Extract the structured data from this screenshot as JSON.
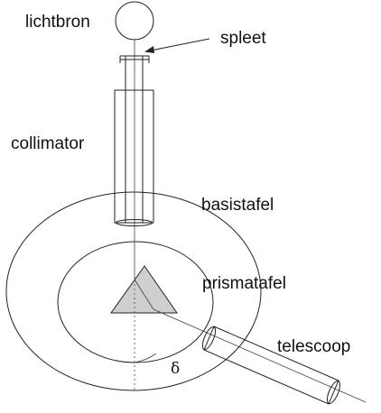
{
  "labels": {
    "light_source": "lichtbron",
    "slit": "spleet",
    "collimator": "collimator",
    "base_table": "basistafel",
    "prism_table": "prismatafel",
    "telescope": "telescoop",
    "angle": "δ"
  },
  "colors": {
    "prism_fill": "#cfcfcf",
    "line": "#222222"
  }
}
